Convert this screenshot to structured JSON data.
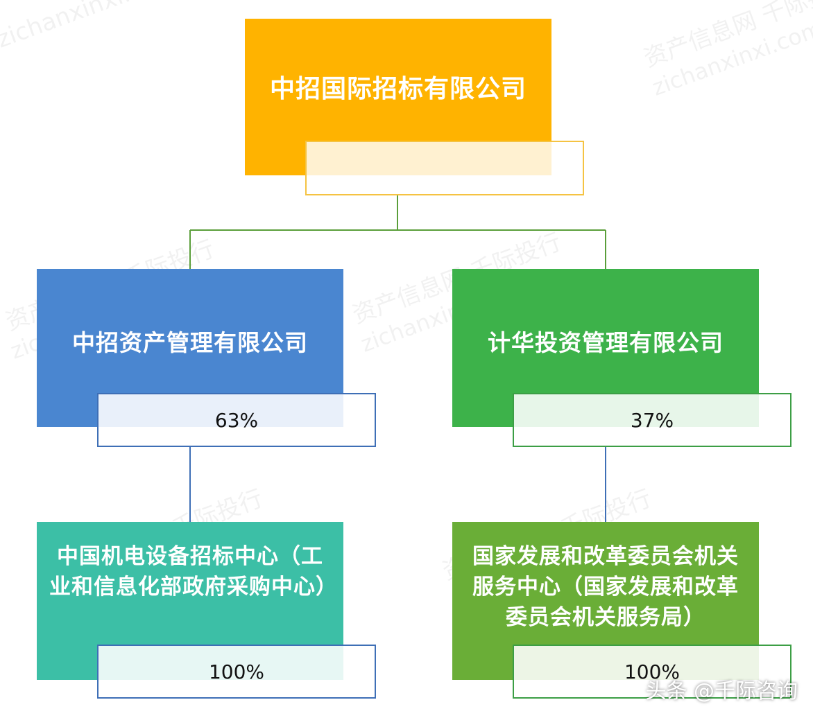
{
  "watermark": {
    "text_cn": "资产信息网 千际投行",
    "text_url": "zichanxinxi.com"
  },
  "nodes": {
    "root": {
      "title": "中招国际招标有限公司",
      "share": "",
      "color": "#FFB300"
    },
    "left_parent": {
      "title": "中招资产管理有限公司",
      "share": "63%",
      "color": "#4A86D0"
    },
    "right_parent": {
      "title": "计华投资管理有限公司",
      "share": "37%",
      "color": "#3DB24A"
    },
    "left_child": {
      "title": "中国机电设备招标中心（工业和信息化部政府采购中心）",
      "share": "100%",
      "color": "#3CBFA6"
    },
    "right_child": {
      "title": "国家发展和改革委员会机关服务中心（国家发展和改革委员会机关服务局）",
      "share": "100%",
      "color": "#6AAE37"
    }
  },
  "colors": {
    "connector": "#5A9E3A",
    "share_border_root": "#F5C342",
    "share_border_left": "#3E6FB6",
    "share_border_right": "#3C9E45",
    "share_border_left_child": "#3E6FB6",
    "share_border_right_child": "#3C9E45"
  },
  "credit": "头条 @千际咨询"
}
